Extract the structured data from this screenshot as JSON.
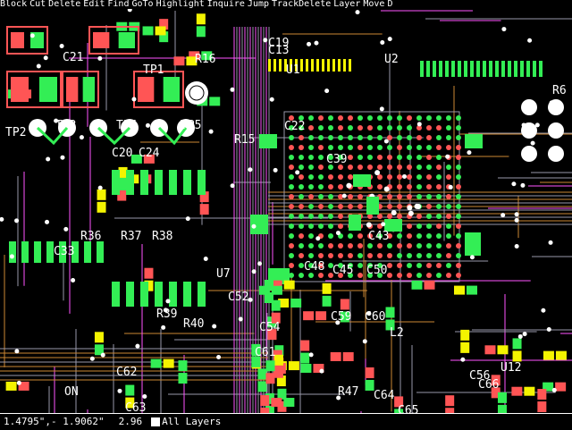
{
  "menu": {
    "items": [
      "Block",
      "Cut",
      "Delete",
      "Edit",
      "Find",
      "GoTo",
      "Highlight",
      "Inquire",
      "Jump",
      "TrackDelete",
      "Layer",
      "Move",
      "D"
    ]
  },
  "status": {
    "coordinates": "1.4795\",- 1.9062\"",
    "zoom": "2.96",
    "layer": "All Layers"
  },
  "designators": [
    "TP1",
    "TP2",
    "TP3",
    "TP4",
    "TP5",
    "R15",
    "R16",
    "C19",
    "C21",
    "U2",
    "C22",
    "C24",
    "C33",
    "R36",
    "R37",
    "R38",
    "U7",
    "C43",
    "C45",
    "C48",
    "C50",
    "C52",
    "C54",
    "C59",
    "C60",
    "C61",
    "C62",
    "C63",
    "C64",
    "C65",
    "C66",
    "R39",
    "R40",
    "R47",
    "L2",
    "U12",
    "C39",
    "ON",
    "U1",
    "C13",
    "C20",
    "R6",
    "C56"
  ],
  "colors": {
    "pad_green": "#33ee55",
    "pad_red": "#ff5555",
    "pad_yellow": "#f4f400",
    "trace_magenta": "#ff55ff",
    "trace_orange": "#cc8833",
    "trace_gray": "#9999aa",
    "silk": "#ffffff",
    "background": "#000000"
  }
}
